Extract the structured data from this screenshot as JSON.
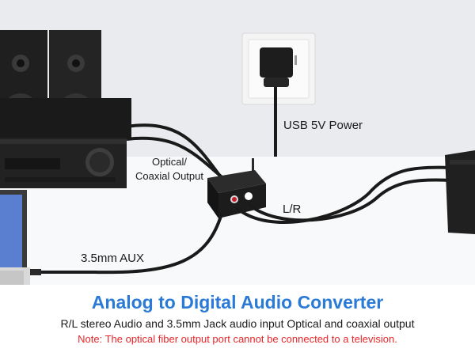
{
  "labels": {
    "usb_power": "USB 5V Power",
    "optical_line1": "Optical/",
    "optical_line2": "Coaxial Output",
    "lr": "L/R",
    "aux": "3.5mm AUX"
  },
  "caption": {
    "title": "Analog to Digital Audio Converter",
    "subtitle": "R/L stereo Audio and 3.5mm Jack audio input Optical and coaxial output",
    "note": "Note: The optical fiber output port cannot be connected to a television."
  },
  "colors": {
    "title": "#2a7ad6",
    "note": "#e8262a",
    "wall": "#e9ebee",
    "desk": "#f8f9fa"
  }
}
